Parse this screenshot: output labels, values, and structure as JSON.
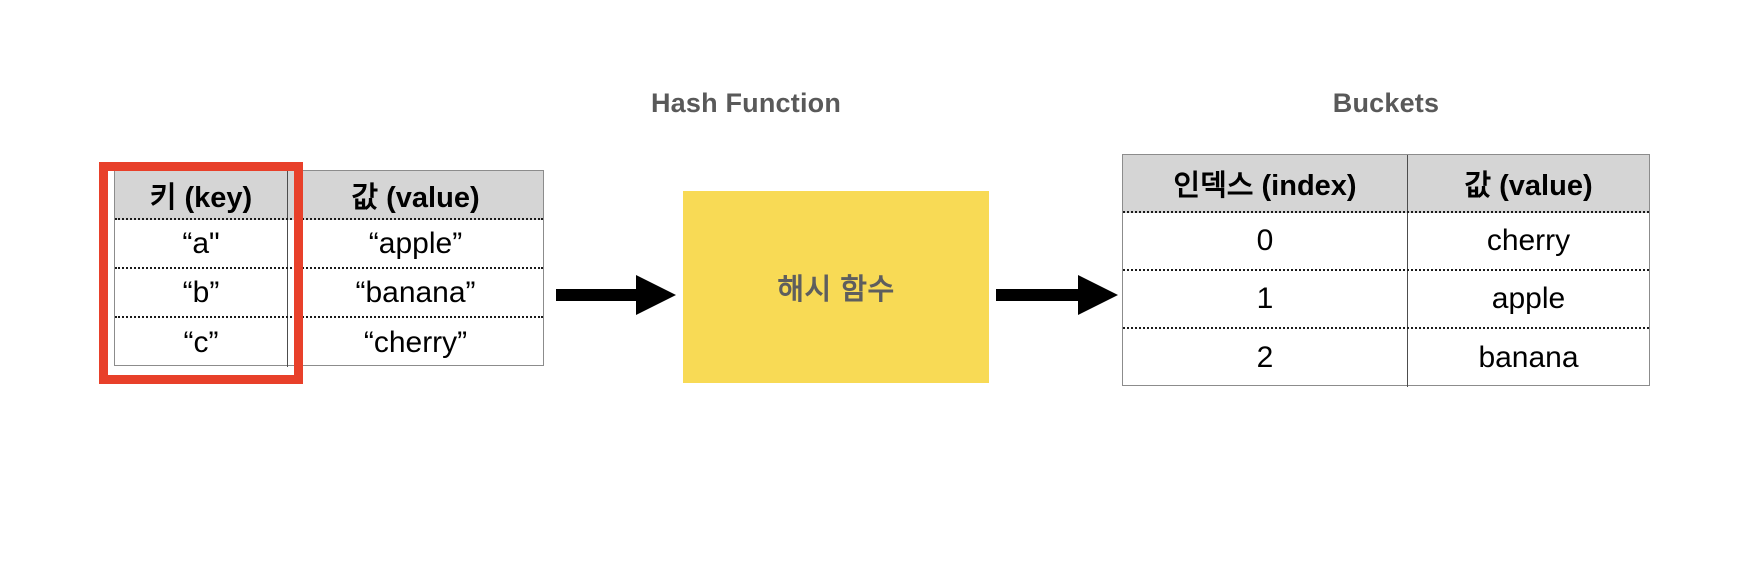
{
  "diagram": {
    "title_hash": "Hash Function",
    "title_buckets": "Buckets",
    "hash_box_label": "해시 함수",
    "highlight_color": "#e8402a",
    "hash_box_color": "#f8da55",
    "title_color": "#595959",
    "header_bg_color": "#d5d5d5"
  },
  "kv_table": {
    "name": "key-value-table",
    "headers": [
      "키 (key)",
      "값 (value)"
    ],
    "rows": [
      {
        "key": "“a\"",
        "value": "“apple”"
      },
      {
        "key": "“b”",
        "value": "“banana”"
      },
      {
        "key": "“c”",
        "value": "“cherry”"
      }
    ]
  },
  "buckets_table": {
    "name": "buckets-table",
    "headers": [
      "인덱스 (index)",
      "값 (value)"
    ],
    "rows": [
      {
        "index": "0",
        "value": "cherry"
      },
      {
        "index": "1",
        "value": "apple"
      },
      {
        "index": "2",
        "value": "banana"
      }
    ]
  },
  "arrows": [
    {
      "name": "arrow-keys-to-hash",
      "direction": "right"
    },
    {
      "name": "arrow-hash-to-buckets",
      "direction": "right"
    }
  ]
}
